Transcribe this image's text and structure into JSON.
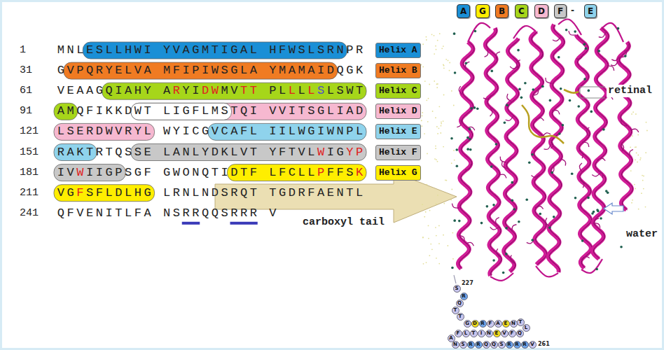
{
  "diagram": {
    "nodes": [
      {
        "text": [
          "Helix A"
        ]
      },
      {
        "text": [
          "Helix B"
        ]
      },
      {
        "text": [
          "Helix C"
        ]
      },
      {
        "text": [
          "Helix D"
        ]
      },
      {
        "text": [
          "Helix E"
        ]
      },
      {
        "text": [
          "Helix F"
        ]
      },
      {
        "text": [
          "Helix G"
        ]
      },
      {
        "text": [
          "A"
        ]
      },
      {
        "text": [
          "G"
        ]
      },
      {
        "text": [
          "B"
        ]
      },
      {
        "text": [
          "C"
        ]
      },
      {
        "text": [
          "D"
        ]
      },
      {
        "text": [
          "F"
        ]
      },
      {
        "text": [
          "E"
        ]
      },
      {
        "text": [
          "S"
        ]
      },
      {
        "text": [
          "R"
        ]
      },
      {
        "text": [
          "Q"
        ]
      },
      {
        "text": [
          "T"
        ]
      },
      {
        "text": [
          "T"
        ]
      },
      {
        "text": [
          "G"
        ]
      },
      {
        "text": [
          "D"
        ]
      },
      {
        "text": [
          "R"
        ]
      },
      {
        "text": [
          "F"
        ]
      },
      {
        "text": [
          "A"
        ]
      },
      {
        "text": [
          "E"
        ]
      },
      {
        "text": [
          "N"
        ]
      },
      {
        "text": [
          "T"
        ]
      },
      {
        "text": [
          "L"
        ]
      },
      {
        "text": [
          "Q"
        ]
      },
      {
        "text": [
          "F"
        ]
      },
      {
        "text": [
          "V"
        ]
      },
      {
        "text": [
          "E"
        ]
      },
      {
        "text": [
          "N"
        ]
      },
      {
        "text": [
          "I"
        ]
      },
      {
        "text": [
          "T"
        ]
      },
      {
        "text": [
          "L"
        ]
      },
      {
        "text": [
          "F"
        ]
      },
      {
        "text": [
          "A"
        ]
      },
      {
        "text": [
          "N"
        ]
      },
      {
        "text": [
          "S"
        ]
      },
      {
        "text": [
          "R"
        ]
      },
      {
        "text": [
          "R"
        ]
      },
      {
        "text": [
          "Q"
        ]
      },
      {
        "text": [
          "Q"
        ]
      },
      {
        "text": [
          "S"
        ]
      },
      {
        "text": [
          "R"
        ]
      },
      {
        "text": [
          "R"
        ]
      },
      {
        "text": [
          "R"
        ]
      },
      {
        "text": [
          "V"
        ]
      }
    ],
    "labels": [
      "1",
      "MNLESLLHWI YVAGMTIGAL HFWSLSRNPR",
      "31",
      "GVPQRYELVA MFIPIWSGLA YMAMAIDQGK",
      "61",
      "VEAAGQIAHY ARYIDWMVTT PLLLLSLSWT",
      "91",
      "AMQFIKKDWT LIGFLMSTQI VVITSGLIAD",
      "121",
      "LSERDWVRYL WYICGVCAFL IILWGIWNPL",
      "151",
      "RAKTRTQSSE LANLYDKLVT YFTVLWIGYP",
      "181",
      "IVWIIGPSGF GWONQTIDTF LFCLLPFFSK",
      "211",
      "VGFSFLDLHG LRNLNDSRQT TGDRFAENTL",
      "241",
      "QFVENITLFA NSRRQQSRRR V",
      "carboxyl tail",
      "retinal",
      "water",
      "-",
      "227",
      "261"
    ]
  }
}
